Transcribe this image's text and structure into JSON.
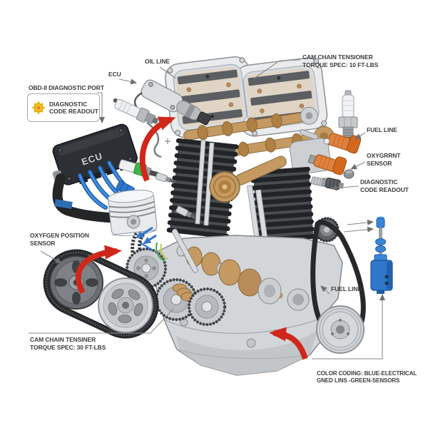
{
  "labels": {
    "obd_port": "OBD-II DIAGNOSTIC PORT",
    "diag_box": {
      "line1": "DIAGNOSTIC",
      "line2": "CODE READOUT"
    },
    "ecu_callout": "ECU",
    "ecu_module": "ECU",
    "oil_line": "OIL LINE",
    "cam_tensioner_top": {
      "line1": "CAM CHAIN TENSIONER",
      "line2": "TORQUE SPEC: 10 FT-LBS"
    },
    "fuel_line_right": "FUEL LINE",
    "oxygen_sensor_right": {
      "line1": "OXYGRRNT",
      "line2": "SENSOR"
    },
    "diag_readout_right": {
      "line1": "DIAGNOSTIC",
      "line2": "CODE READOUT"
    },
    "oxygen_position": {
      "line1": "OXYFGEN POSITION",
      "line2": "SENSOR"
    },
    "cam_tensioner_bottom": {
      "line1": "CAM CHAIN TENSINER",
      "line2": "TORQUE SPEC: 30 FT-LBS"
    },
    "fuel_line_bottom": "FUEL LINE",
    "color_coding": {
      "line1": "COLOR CODING: BLUE-ELECTRICAL",
      "line2": "GNED LINS -GREEN-SENSORS"
    }
  },
  "colors": {
    "background": "#ffffff",
    "label_text": "#3d3d3d",
    "leader_line": "#8a8a8a",
    "arrow_red": "#d0271b",
    "electrical_blue": "#2f78cc",
    "sensor_green": "#3cb44a",
    "fuel_orange": "#e0813f",
    "brass": "#c49a62",
    "engine_grey": "#d3d6d9",
    "fin_black": "#212326",
    "gear_icon_yellow": "#f6c61c"
  }
}
